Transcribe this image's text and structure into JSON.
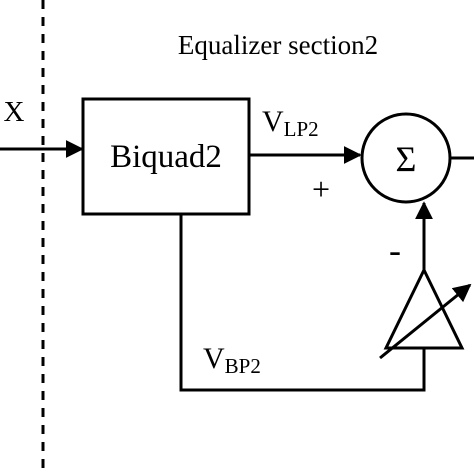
{
  "section_title": "Equalizer section2",
  "input_label": "X",
  "block_label": "Biquad2",
  "lp_output": {
    "main": "V",
    "sub": "LP2"
  },
  "bp_output": {
    "main": "V",
    "sub": "BP2"
  },
  "summer_symbol": "Σ",
  "plus_sign": "+",
  "minus_sign": "-"
}
